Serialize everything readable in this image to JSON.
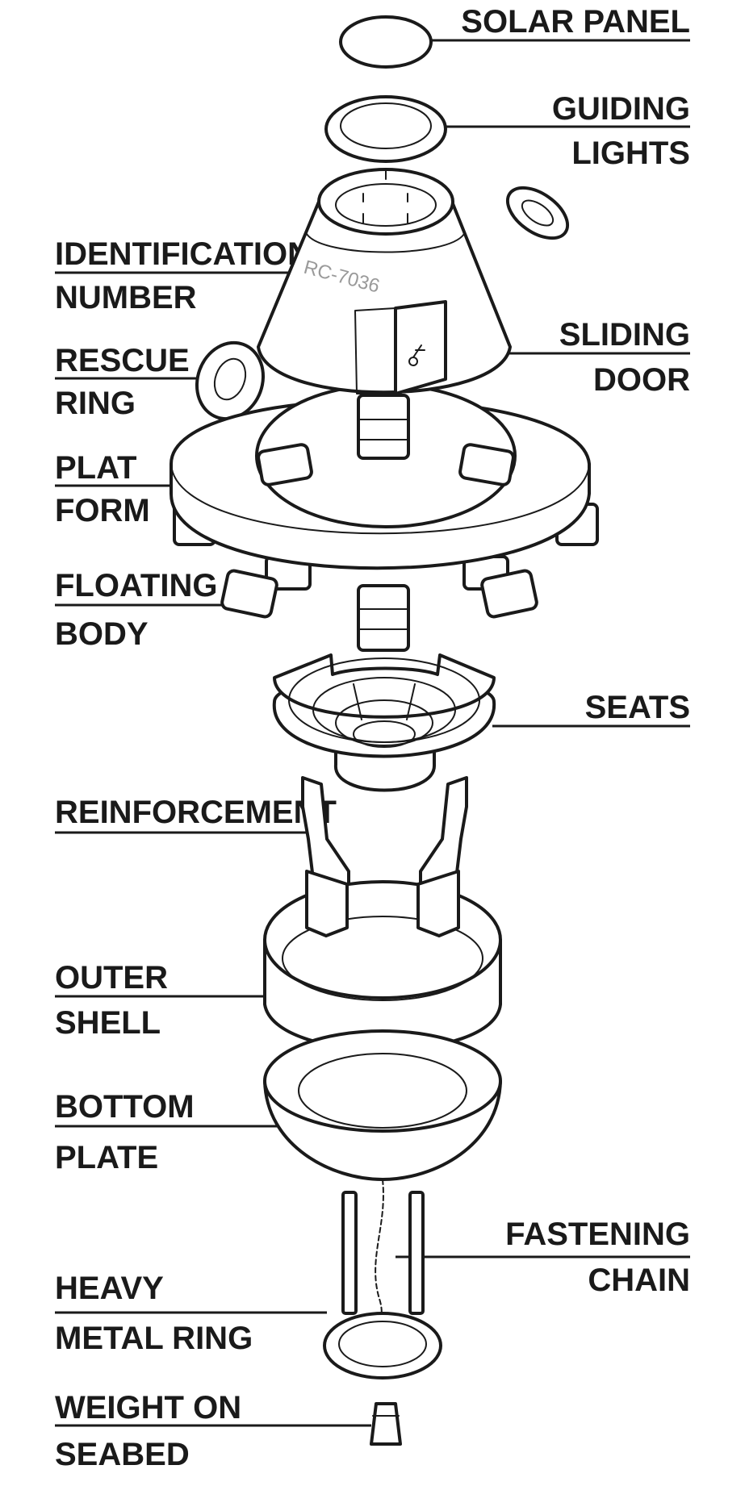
{
  "labels": {
    "solar_panel": "SOLAR PANEL",
    "guiding_lights_1": "GUIDING",
    "guiding_lights_2": "LIGHTS",
    "identification_1": "IDENTIFICATION",
    "identification_2": "NUMBER",
    "sliding_door_1": "SLIDING",
    "sliding_door_2": "DOOR",
    "rescue_ring_1": "RESCUE",
    "rescue_ring_2": "RING",
    "platform_1": "PLAT",
    "platform_2": "FORM",
    "floating_body_1": "FLOATING",
    "floating_body_2": "BODY",
    "seats": "SEATS",
    "reinforcement": "REINFORCEMENT",
    "outer_shell_1": "OUTER",
    "outer_shell_2": "SHELL",
    "bottom_plate_1": "BOTTOM",
    "bottom_plate_2": "PLATE",
    "fastening_chain_1": "FASTENING",
    "fastening_chain_2": "CHAIN",
    "heavy_metal_ring_1": "HEAVY",
    "heavy_metal_ring_2": "METAL RING",
    "weight_1": "WEIGHT ON",
    "weight_2": "SEABED"
  },
  "id_number": "RC-7036"
}
